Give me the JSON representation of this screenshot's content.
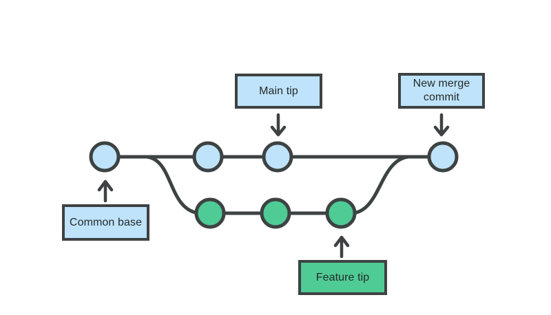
{
  "diagram": {
    "type": "git-branch-merge-diagram",
    "labels": {
      "main_tip": "Main tip",
      "new_merge_commit": "New merge commit",
      "common_base": "Common base",
      "feature_tip": "Feature tip"
    },
    "colors": {
      "main_branch_fill": "#bee3fa",
      "feature_branch_fill": "#4fcb96",
      "stroke": "#3d4242",
      "label_text": "#252a2a",
      "background": "#ffffff"
    },
    "branches": {
      "main_commit_count": 4,
      "feature_commit_count": 3
    }
  }
}
